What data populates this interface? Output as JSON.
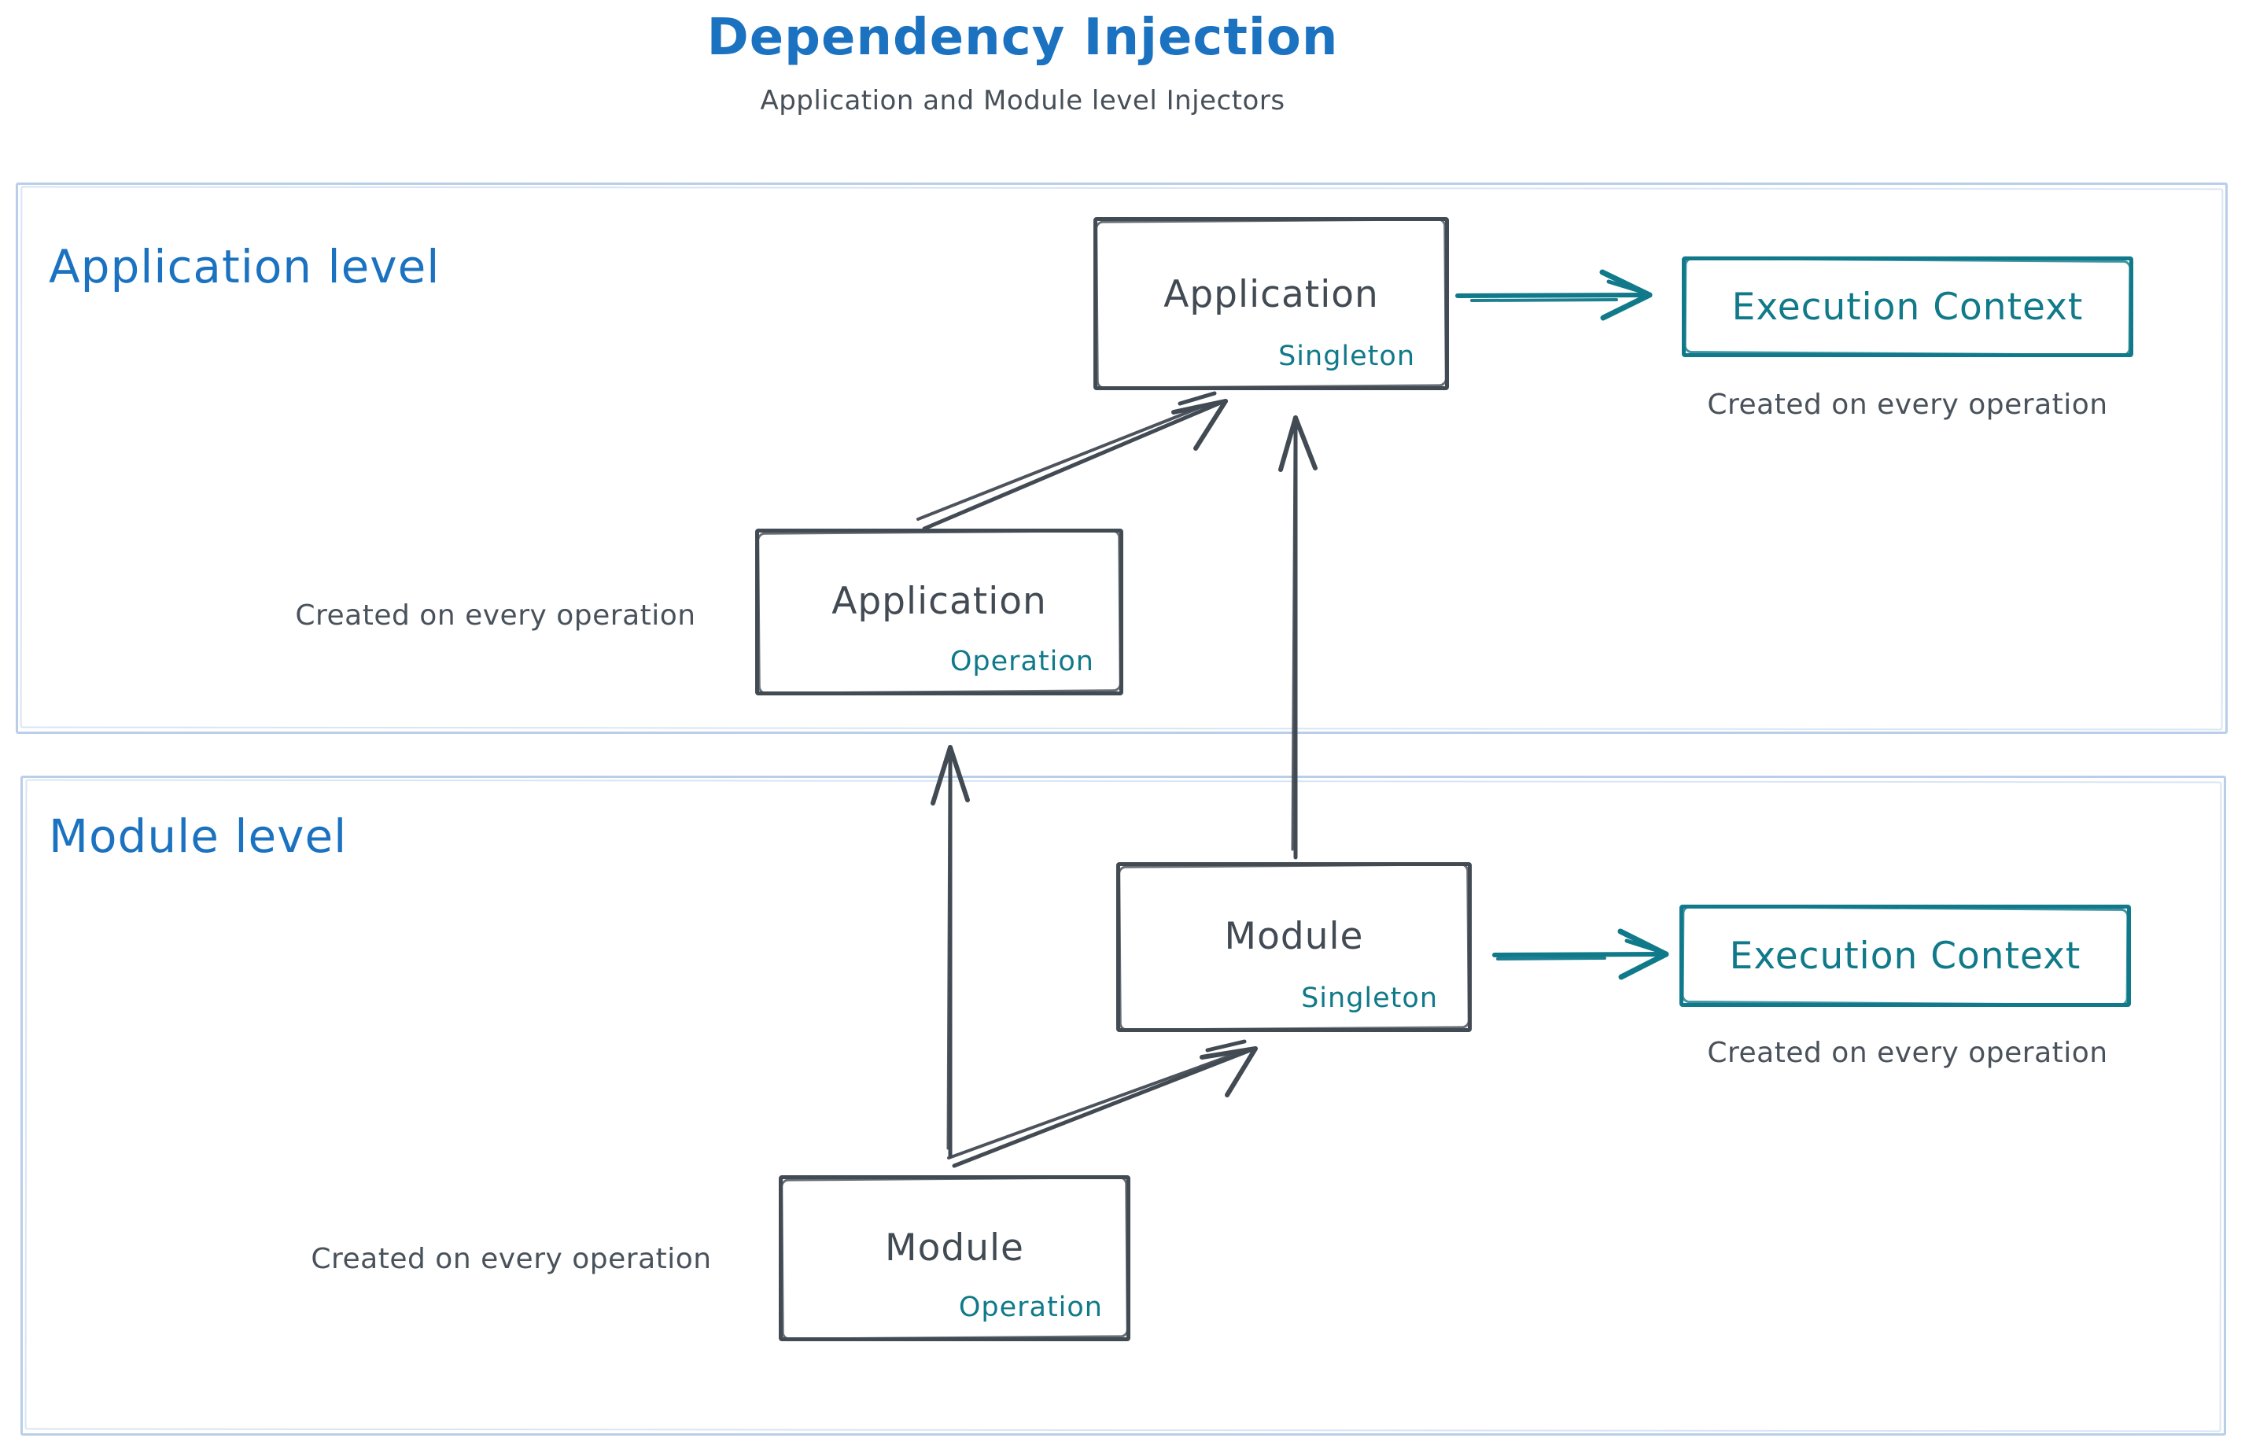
{
  "title": "Dependency Injection",
  "subtitle": "Application and Module level Injectors",
  "colors": {
    "blue": "#1b72c0",
    "teal": "#10798a",
    "ink": "#424a53",
    "frame": "#b9cfe9"
  },
  "sections": {
    "application": {
      "label": "Application level",
      "singleton_box": {
        "title": "Application",
        "tag": "Singleton"
      },
      "operation_box": {
        "title": "Application",
        "tag": "Operation"
      },
      "execution_box": {
        "title": "Execution Context"
      },
      "execution_caption": "Created on every operation",
      "operation_caption": "Created on every operation"
    },
    "module": {
      "label": "Module level",
      "singleton_box": {
        "title": "Module",
        "tag": "Singleton"
      },
      "operation_box": {
        "title": "Module",
        "tag": "Operation"
      },
      "execution_box": {
        "title": "Execution Context"
      },
      "execution_caption": "Created on every operation",
      "operation_caption": "Created on every operation"
    }
  }
}
